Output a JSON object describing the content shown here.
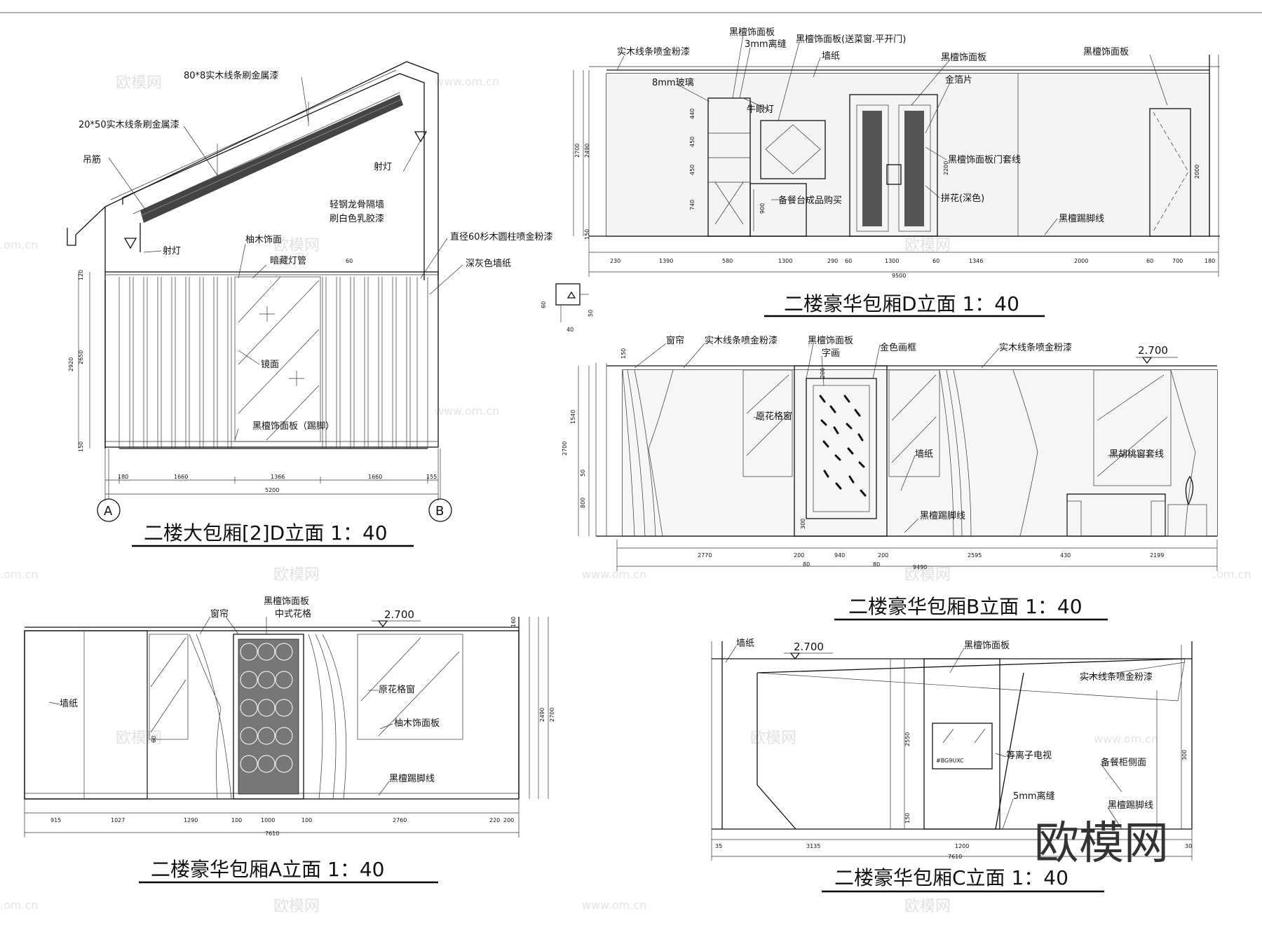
{
  "brand": "欧模网",
  "watermark": {
    "logo": "欧模网",
    "url": "www.om.cn",
    "domain": ".om.cn"
  },
  "views": {
    "v1": {
      "title": "二楼大包厢[2]D立面 1：40",
      "labels": [
        "80*8实木线条刷金属漆",
        "20*50实木线条刷金属漆",
        "吊筋",
        "射灯",
        "轻钢龙骨隔墙",
        "刷白色乳胶漆",
        "射灯",
        "柚木饰面",
        "暗藏灯管",
        "直径60杉木圆柱喷金粉漆",
        "深灰色墙纸",
        "镜面",
        "黑檀饰面板（踢脚）"
      ],
      "dims": [
        "180",
        "1660",
        "1366",
        "1660",
        "155",
        "5200",
        "120",
        "2650",
        "150",
        "2920",
        "60"
      ],
      "axes": [
        "A",
        "B"
      ]
    },
    "v2": {
      "title": "二楼豪华包厢D立面 1：40",
      "labels": [
        "实木线条喷金粉漆",
        "黑檀饰面板",
        "3mm离缝",
        "黑檀饰面板(送菜窗.平开门)",
        "墙纸",
        "黑檀饰面板",
        "金箔片",
        "8mm玻璃",
        "牛眼灯",
        "黑檀饰面板门套线",
        "拼花(深色)",
        "备餐台成品购买",
        "黑檀踢脚线",
        "黑檀饰面板"
      ],
      "dims": [
        "230",
        "1390",
        "580",
        "1300",
        "290",
        "60",
        "1300",
        "60",
        "1346",
        "2000",
        "60",
        "700",
        "180",
        "9500",
        "2700",
        "2490",
        "150",
        "440",
        "450",
        "450",
        "740",
        "900",
        "2200",
        "2000"
      ]
    },
    "v3": {
      "title": "二楼豪华包厢B立面 1：40",
      "labels": [
        "窗帘",
        "实木线条喷金粉漆",
        "黑檀饰面板",
        "字画",
        "金色画框",
        "实木线条喷金粉漆",
        "原花格窗",
        "墙纸",
        "黑胡桃窗套线",
        "黑檀踢脚线"
      ],
      "elev": "2.700",
      "dims": [
        "2770",
        "200",
        "940",
        "200",
        "2595",
        "430",
        "2199",
        "9490",
        "80",
        "80",
        "1540",
        "50",
        "800",
        "2700",
        "200",
        "300",
        "60",
        "40",
        "50",
        "150"
      ]
    },
    "v4": {
      "title": "二楼豪华包厢A立面 1：40",
      "labels": [
        "窗帘",
        "黑檀饰面板",
        "中式花格",
        "墙纸",
        "原花格窗",
        "柚木饰面板",
        "黑檀踢脚线"
      ],
      "elev": "2.700",
      "dims": [
        "915",
        "1027",
        "1290",
        "100",
        "1000",
        "100",
        "2760",
        "220",
        "200",
        "7610",
        "160",
        "2490",
        "2700",
        "60"
      ]
    },
    "v5": {
      "title": "二楼豪华包厢C立面 1：40",
      "labels": [
        "墙纸",
        "黑檀饰面板",
        "实木线条喷金粉漆",
        "等离子电视",
        "备餐柜侧面",
        "5mm离缝",
        "黑檀踢脚线"
      ],
      "elev": "2.700",
      "dims": [
        "35",
        "3135",
        "1200",
        "30",
        "7610",
        "2550",
        "150",
        "300"
      ],
      "tv_text": "#BG9UXC"
    }
  }
}
